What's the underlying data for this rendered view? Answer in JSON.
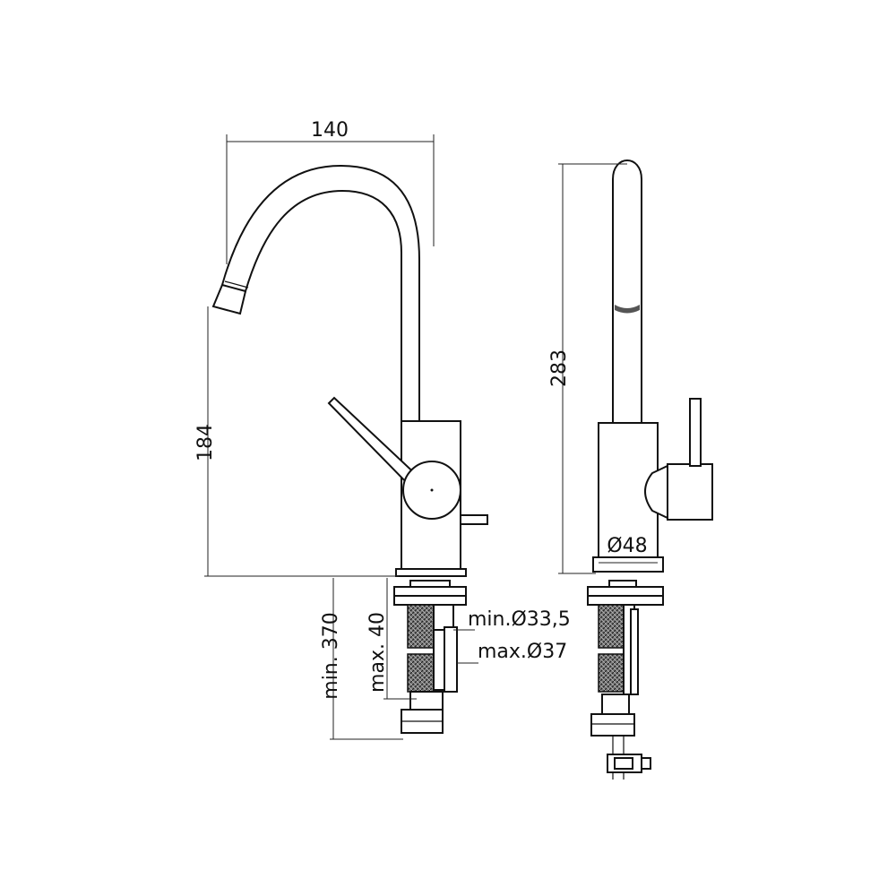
{
  "dimensions": {
    "spout_reach": "140",
    "spout_height": "184",
    "total_height": "283",
    "base_diameter": "Ø48",
    "hose_length": "min. 370",
    "deck_thickness": "max. 40",
    "hole_min": "min.Ø33,5",
    "hole_max": "max.Ø37"
  },
  "colors": {
    "line": "#111111",
    "background": "#ffffff"
  }
}
